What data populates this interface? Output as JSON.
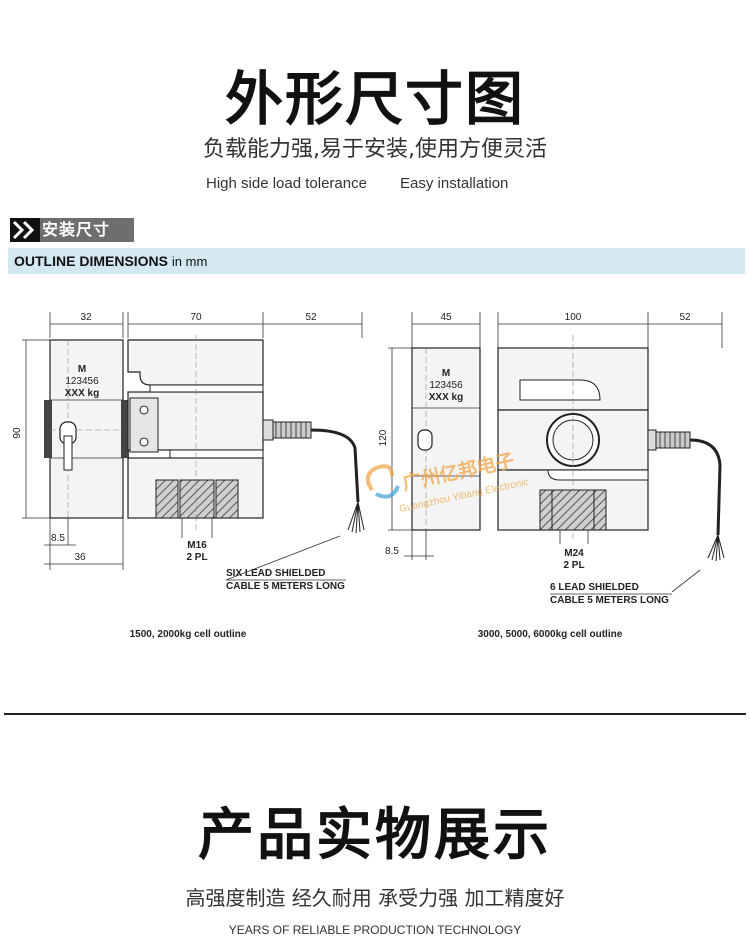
{
  "header": {
    "title": "外形尺寸图",
    "subtitle_cn": "负载能力强,易于安装,使用方便灵活",
    "subtitle_en_left": "High side load tolerance",
    "subtitle_en_right": "Easy installation"
  },
  "section_tag": {
    "label": "安装尺寸"
  },
  "outline_band": {
    "title": "OUTLINE DIMENSIONS",
    "unit": "in mm"
  },
  "drawing_left": {
    "dim_top_1": "32",
    "dim_top_2": "70",
    "dim_top_3": "52",
    "dim_height": "90",
    "dim_bottom_1": "8.5",
    "dim_bottom_2": "36",
    "label_m": "M",
    "label_serial": "123456",
    "label_capacity": "XXX kg",
    "thread_1": "M16",
    "thread_2": "2 PL",
    "cable_1": "SIX LEAD SHIELDED",
    "cable_2": "CABLE 5 METERS LONG",
    "caption": "1500, 2000kg cell outline"
  },
  "drawing_right": {
    "dim_top_1": "45",
    "dim_top_2": "100",
    "dim_top_3": "52",
    "dim_height": "120",
    "dim_bottom_1": "8.5",
    "label_m": "M",
    "label_serial": "123456",
    "label_capacity": "XXX kg",
    "thread_1": "M24",
    "thread_2": "2 PL",
    "cable_1": "6 LEAD SHIELDED",
    "cable_2": "CABLE 5 METERS LONG",
    "caption": "3000, 5000, 6000kg cell outline"
  },
  "watermark": {
    "name_cn": "广州亿邦电子",
    "name_en": "Guangzhou Yibang Electronic"
  },
  "section2": {
    "title": "产品实物展示",
    "subtitle_cn": "高强度制造 经久耐用 承受力强 加工精度好",
    "subtitle_en": "YEARS OF RELIABLE PRODUCTION TECHNOLOGY"
  }
}
